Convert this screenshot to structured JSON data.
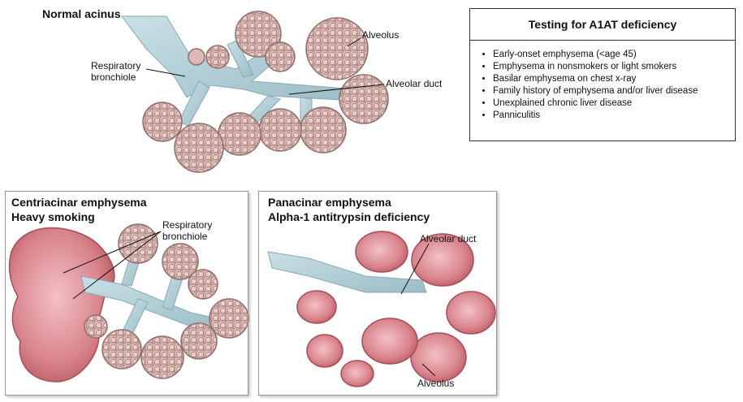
{
  "panels": {
    "normal": {
      "title": "Normal acinus",
      "labels": {
        "alveolus": "Alveolus",
        "respiratory_bronchiole": "Respiratory\nbronchiole",
        "alveolar_duct": "Alveolar duct"
      }
    },
    "centriacinar": {
      "title_line1": "Centriacinar emphysema",
      "title_line2": "Heavy smoking",
      "labels": {
        "respiratory_bronchiole": "Respiratory\nbronchiole"
      }
    },
    "panacinar": {
      "title_line1": "Panacinar emphysema",
      "title_line2": "Alpha-1 antitrypsin deficiency",
      "labels": {
        "alveolar_duct": "Alveolar duct",
        "alveolus": "Alveolus"
      }
    }
  },
  "testing_box": {
    "title": "Testing for A1AT deficiency",
    "items": [
      "Early-onset emphysema (<age 45)",
      "Emphysema in nonsmokers or light smokers",
      "Basilar emphysema on chest x-ray",
      "Family history of emphysema and/or liver disease",
      "Unexplained chronic liver disease",
      "Panniculitis"
    ]
  },
  "colors": {
    "airway": "#a9c9d3",
    "alveolus_normal": "#d9b8b4",
    "alveolus_outline": "#8f6f6a",
    "emphysema": "#d98a90",
    "emphysema_dark": "#b9545e"
  }
}
